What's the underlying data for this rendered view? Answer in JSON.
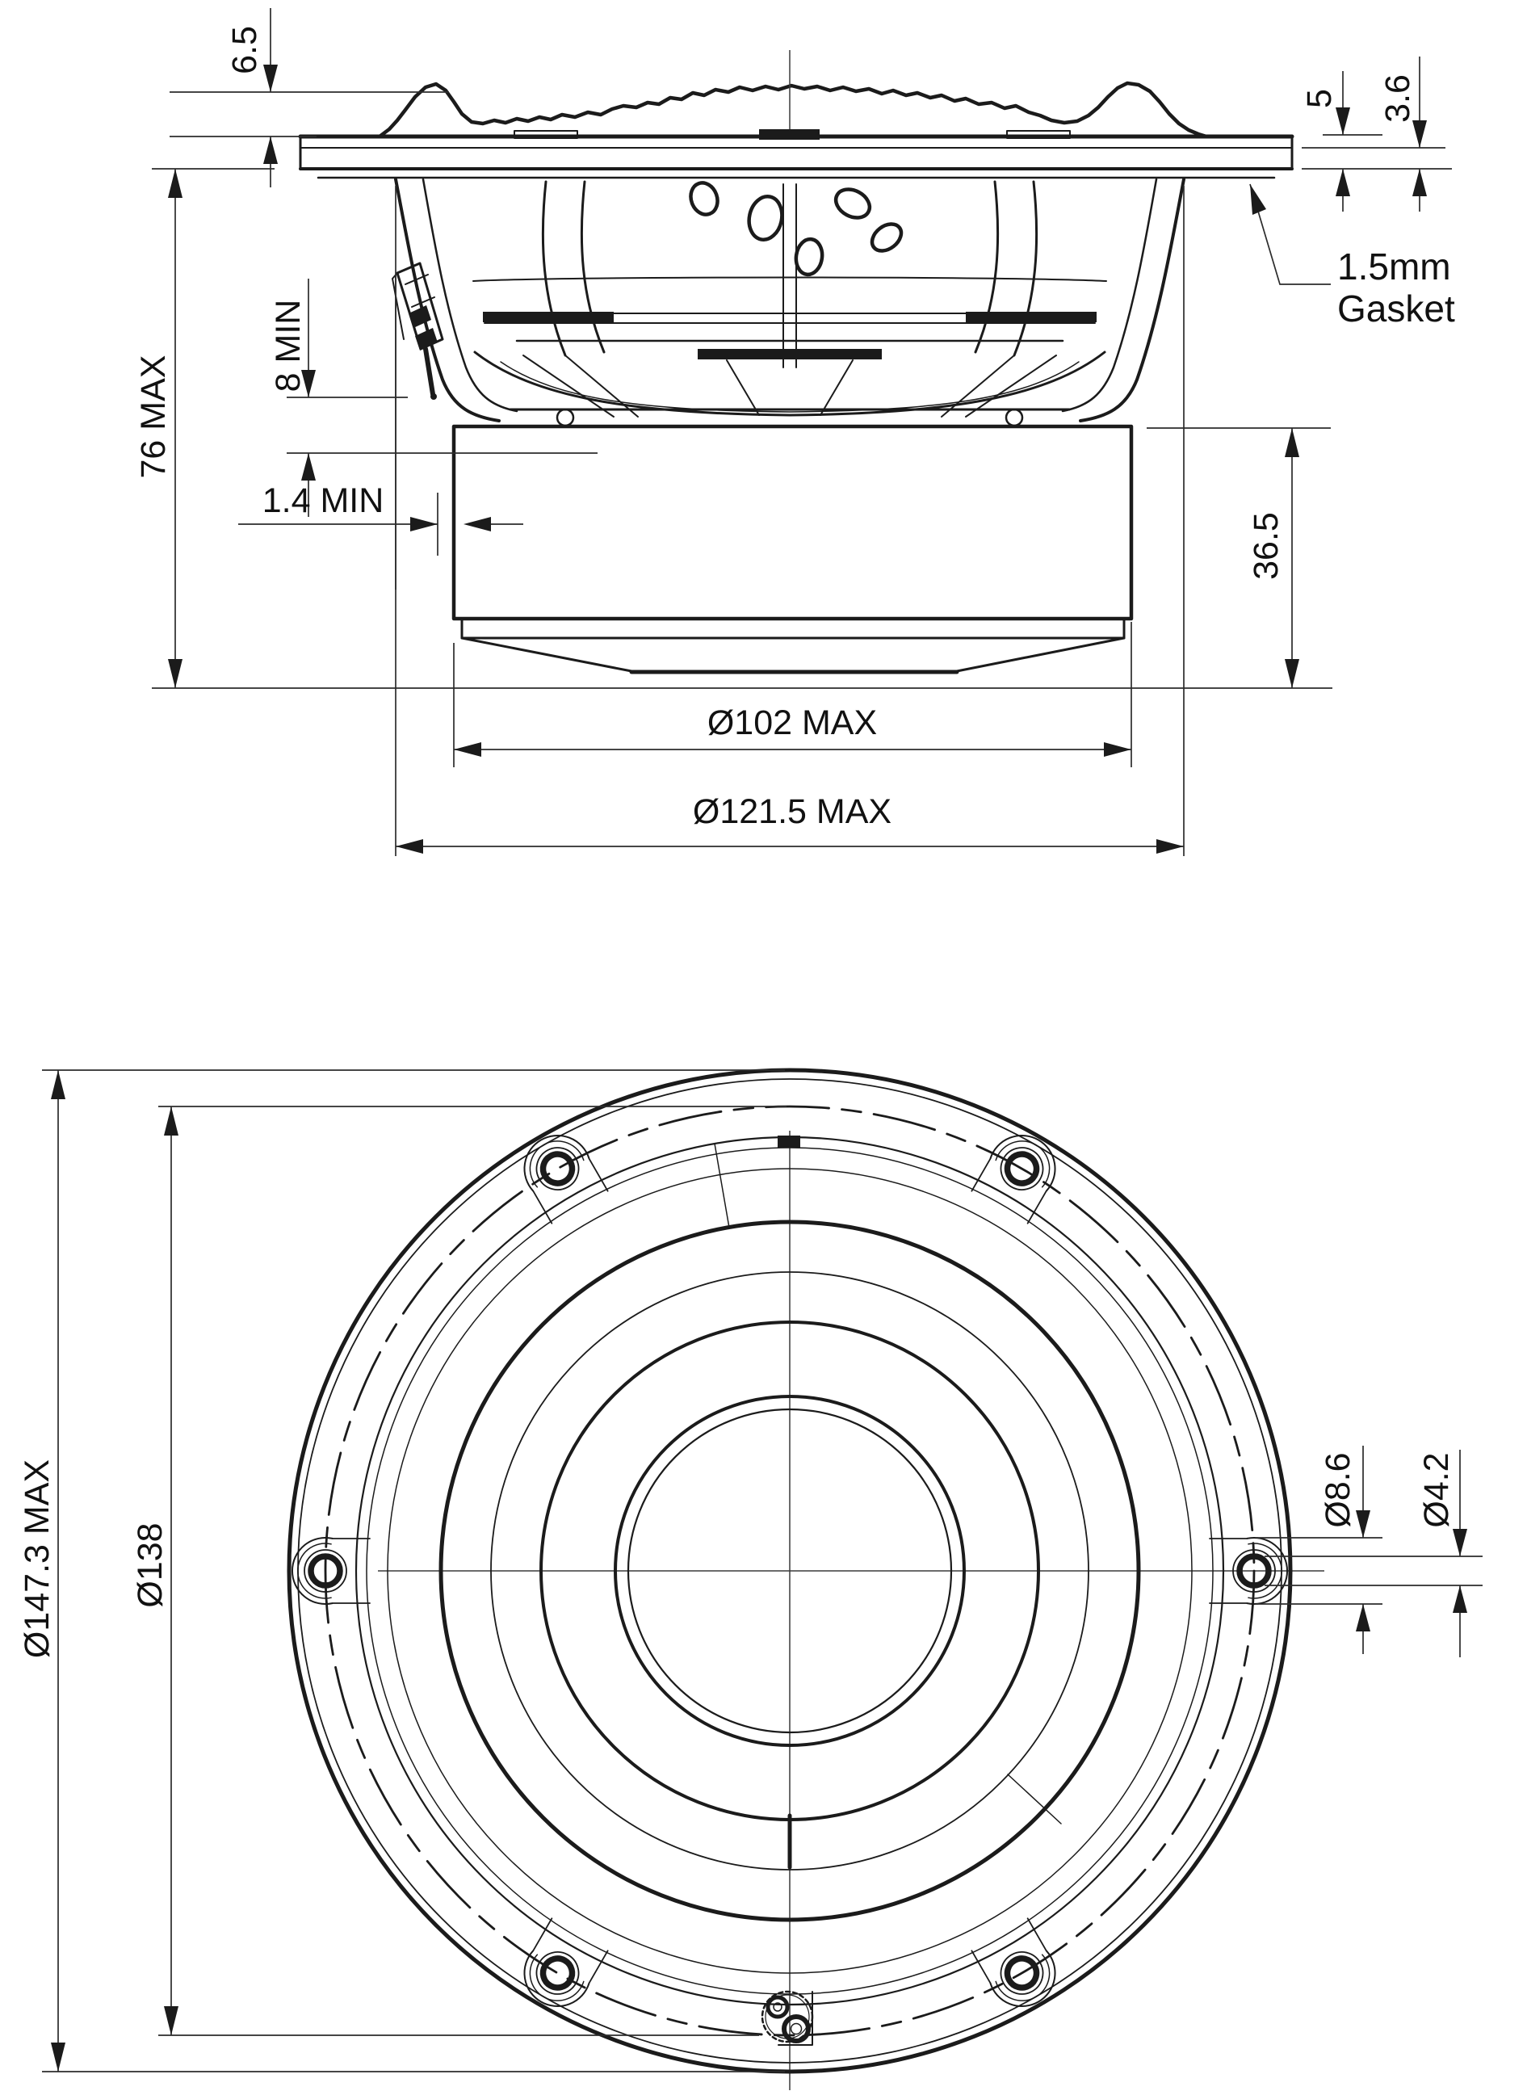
{
  "colors": {
    "ink": "#1b1b1b",
    "dimension_ink": "#2c2c2c",
    "bolt_circle_purple": "#8e2ea8"
  },
  "side_view": {
    "dimensions": {
      "surround_height": "6.5",
      "overall_depth": "76 MAX",
      "terminal_clearance": "8 MIN",
      "vent_clearance": "1.4 MIN",
      "front_offset": "5",
      "flange_thickness": "3.6",
      "gasket_note_line1": "1.5mm",
      "gasket_note_line2": "Gasket",
      "motor_height": "36.5",
      "motor_diameter": "Ø102 MAX",
      "rear_diameter": "Ø121.5 MAX"
    }
  },
  "front_view": {
    "dimensions": {
      "overall_diameter": "Ø147.3 MAX",
      "bolt_circle_diameter": "Ø138",
      "counterbore_diameter": "Ø8.6",
      "hole_diameter": "Ø4.2"
    }
  }
}
